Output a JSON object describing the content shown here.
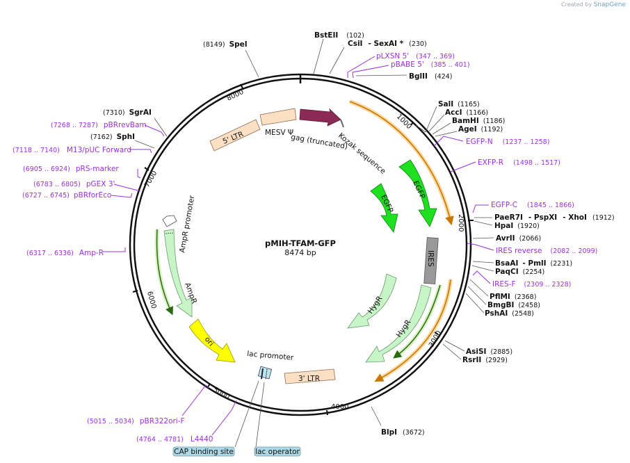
{
  "watermark": {
    "prefix": "Created by",
    "brand": "SnapGene"
  },
  "plasmid": {
    "name": "pMIH-TFAM-GFP",
    "length": "8474 bp"
  },
  "colors": {
    "primer": "#9b30d9",
    "orange": "#f0a020",
    "green": "#1ee01e",
    "lightgreen": "#c8f5c8",
    "ltr": "#fde0c4",
    "gag": "#8b2a55",
    "ires": "#999999",
    "ori": "#ffff00"
  },
  "tick_labels": [
    "1000",
    "2000",
    "3000",
    "4000",
    "5000",
    "6000",
    "7000",
    "8000"
  ],
  "enzymes": [
    {
      "name": "SpeI",
      "pos": "(8149)"
    },
    {
      "name": "BstEII",
      "pos": "(102)"
    },
    {
      "name": "CsiI",
      "pos": ""
    },
    {
      "name": "- SexAI *",
      "pos": "(230)"
    },
    {
      "name": "BglII",
      "pos": "(424)"
    },
    {
      "name": "SalI",
      "pos": "(1165)"
    },
    {
      "name": "AccI",
      "pos": "(1166)"
    },
    {
      "name": "BamHI",
      "pos": "(1186)"
    },
    {
      "name": "AgeI",
      "pos": "(1192)"
    },
    {
      "name": "PaeR7I",
      "pos": ""
    },
    {
      "name": "- PspXI",
      "pos": ""
    },
    {
      "name": "- XhoI",
      "pos": "(1912)"
    },
    {
      "name": "HpaI",
      "pos": "(1920)"
    },
    {
      "name": "AvrII",
      "pos": "(2066)"
    },
    {
      "name": "BsaAI",
      "pos": ""
    },
    {
      "name": "- PmlI",
      "pos": "(2231)"
    },
    {
      "name": "PaqCI",
      "pos": "(2254)"
    },
    {
      "name": "PflMI",
      "pos": "(2368)"
    },
    {
      "name": "BmgBI",
      "pos": "(2458)"
    },
    {
      "name": "PshAI",
      "pos": "(2548)"
    },
    {
      "name": "AsiSI",
      "pos": "(2885)"
    },
    {
      "name": "RsrII",
      "pos": "(2929)"
    },
    {
      "name": "BlpI",
      "pos": "(3672)"
    },
    {
      "name": "SgrAI",
      "pos": "(7310)"
    },
    {
      "name": "SphI",
      "pos": "(7162)"
    }
  ],
  "primers": [
    {
      "name": "pLXSN 5'",
      "pos": "(347 .. 369)"
    },
    {
      "name": "pBABE 5'",
      "pos": "(385 .. 401)"
    },
    {
      "name": "EGFP-N",
      "pos": "(1237 .. 1258)"
    },
    {
      "name": "EXFP-R",
      "pos": "(1498 .. 1517)"
    },
    {
      "name": "EGFP-C",
      "pos": "(1845 .. 1866)"
    },
    {
      "name": "IRES reverse",
      "pos": "(2082 .. 2099)"
    },
    {
      "name": "IRES-F",
      "pos": "(2309 .. 2328)"
    },
    {
      "name": "pBR322ori-F",
      "pos": "(5015 .. 5034)"
    },
    {
      "name": "L4440",
      "pos": "(4764 .. 4781)"
    },
    {
      "name": "Amp-R",
      "pos": "(6317 .. 6336)"
    },
    {
      "name": "pBRforEco",
      "pos": "(6727 .. 6745)"
    },
    {
      "name": "pGEX 3'",
      "pos": "(6783 .. 6805)"
    },
    {
      "name": "pRS-marker",
      "pos": "(6905 .. 6924)"
    },
    {
      "name": "M13/pUC Forward",
      "pos": "(7118 .. 7140)"
    },
    {
      "name": "pBRrevBam",
      "pos": "(7268 .. 7287)"
    }
  ],
  "features": {
    "ltr5": "5' LTR",
    "mesv": "MESV Ψ",
    "gag": "gag (truncated)",
    "kozak": "Kozak sequence",
    "egfp": "EGFP",
    "ires": "IRES",
    "hygr": "HygR",
    "ltr3": "3' LTR",
    "lac_promoter": "lac promoter",
    "ori": "ori",
    "ampr": "AmpR",
    "ampr_promoter": "AmpR promoter",
    "cap_site": "CAP binding site",
    "lac_operator": "lac operator"
  }
}
